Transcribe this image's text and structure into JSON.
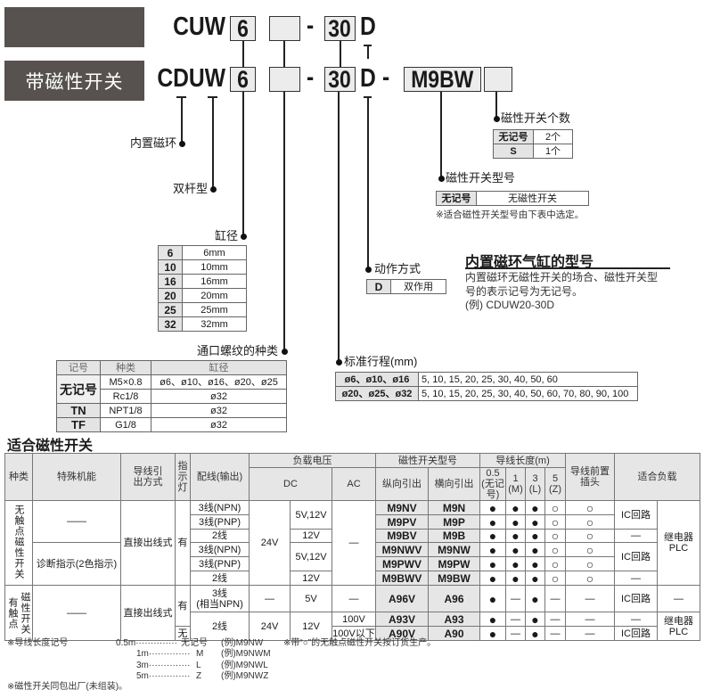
{
  "header": {
    "with_switch_label": "带磁性开关"
  },
  "code1": {
    "prefix": "CUW",
    "bore": "6",
    "stroke": "30",
    "action": "D",
    "dash": "-"
  },
  "code2": {
    "prefix": "CDUW",
    "bore": "6",
    "stroke": "30",
    "action": "D",
    "dash1": "-",
    "dash2": "-",
    "switch": "M9BW"
  },
  "labels": {
    "magnet": "内置磁环",
    "double_rod": "双杆型",
    "bore": "缸径",
    "port": "通口螺纹的种类",
    "stroke": "标准行程(mm)",
    "action": "动作方式",
    "switch_model": "磁性开关型号",
    "switch_count": "磁性开关个数"
  },
  "bore_table": [
    [
      "6",
      "6mm"
    ],
    [
      "10",
      "10mm"
    ],
    [
      "16",
      "16mm"
    ],
    [
      "20",
      "20mm"
    ],
    [
      "25",
      "25mm"
    ],
    [
      "32",
      "32mm"
    ]
  ],
  "port_table": {
    "headers": [
      "记号",
      "种类",
      "缸径"
    ],
    "none": "无记号",
    "rows": [
      [
        "M5×0.8",
        "ø6、ø10、ø16、ø20、ø25"
      ],
      [
        "Rc1/8",
        "ø32"
      ]
    ],
    "tn": [
      "TN",
      "NPT1/8",
      "ø32"
    ],
    "tf": [
      "TF",
      "G1/8",
      "ø32"
    ]
  },
  "count_table": [
    [
      "无记号",
      "2个"
    ],
    [
      "S",
      "1个"
    ]
  ],
  "model_table": {
    "row": [
      "无记号",
      "无磁性开关"
    ],
    "note": "※适合磁性开关型号由下表中选定。"
  },
  "action_table": [
    "D",
    "双作用"
  ],
  "builtin": {
    "title": "内置磁环气缸的型号",
    "lines": [
      "内置磁环无磁性开关的场合、磁性开关型",
      "号的表示记号为无记号。",
      "(例) CDUW20-30D"
    ]
  },
  "stroke_table": [
    [
      "ø6、ø10、ø16",
      "5, 10, 15, 20, 25, 30, 40, 50, 60"
    ],
    [
      "ø20、ø25、ø32",
      "5, 10, 15, 20, 25, 30, 40, 50, 60, 70, 80, 90, 100"
    ]
  ],
  "switch_section": {
    "title": "适合磁性开关"
  },
  "switch_table": {
    "rows": [
      [
        "种类",
        "特殊机能",
        "导线引\n出方式",
        "指\n示\n灯",
        "配线(输出)",
        "负载电压",
        "磁性开关型号",
        "导线长度(m)",
        "导线前置\n插头",
        "适合负载"
      ],
      [
        "DC",
        "AC",
        "纵向引出",
        "横向引出",
        "0.5\n(无记号)",
        "1\n(M)",
        "3\n(L)",
        "5\n(Z)"
      ],
      [
        "无触点磁性开关",
        "——",
        "直接出线式",
        "有",
        "3线(NPN)",
        "24V",
        "5V,12V",
        "—",
        "M9NV",
        "M9N",
        "●",
        "●",
        "●",
        "○",
        "○",
        "IC回路",
        "继电器\nPLC"
      ],
      [
        "3线(PNP)",
        "M9PV",
        "M9P",
        "●",
        "●",
        "●",
        "○",
        "○"
      ],
      [
        "2线",
        "12V",
        "M9BV",
        "M9B",
        "●",
        "●",
        "●",
        "○",
        "○",
        "—"
      ],
      [
        "诊断指示(2色指示)",
        "3线(NPN)",
        "5V,12V",
        "M9NWV",
        "M9NW",
        "●",
        "●",
        "●",
        "○",
        "○",
        "IC回路"
      ],
      [
        "3线(PNP)",
        "M9PWV",
        "M9PW",
        "●",
        "●",
        "●",
        "○",
        "○"
      ],
      [
        "2线",
        "12V",
        "M9BWV",
        "M9BW",
        "●",
        "●",
        "●",
        "○",
        "○",
        "—"
      ],
      [
        [
          "有触点",
          "磁性开关"
        ],
        "——",
        "直接出线式",
        "有",
        "3线\n(相当NPN)",
        "—",
        "5V",
        "—",
        "A96V",
        "A96",
        "●",
        "—",
        "●",
        "—",
        "—",
        "IC回路",
        "—"
      ],
      [
        "2线",
        "24V",
        "12V",
        "100V",
        "A93V",
        "A93",
        "●",
        "—",
        "●",
        "—",
        "—",
        "—",
        "继电器\nPLC"
      ],
      [
        "无",
        "100V以下",
        "A90V",
        "A90",
        "●",
        "—",
        "●",
        "—",
        "—",
        "IC回路"
      ]
    ]
  },
  "footnotes": {
    "lead_label": "※导线长度记号",
    "lead_codes": [
      [
        "0.5m··············",
        "无记号",
        "(例)M9NW"
      ],
      [
        "1m··············",
        "M",
        "(例)M9NWM"
      ],
      [
        "3m··············",
        "L",
        "(例)M9NWL"
      ],
      [
        "5m··············",
        "Z",
        "(例)M9NWZ"
      ]
    ],
    "order_note": "※带“○”的无触点磁性开关按订货生产。",
    "ship_note": "※磁性开关同包出厂(未组装)。"
  }
}
